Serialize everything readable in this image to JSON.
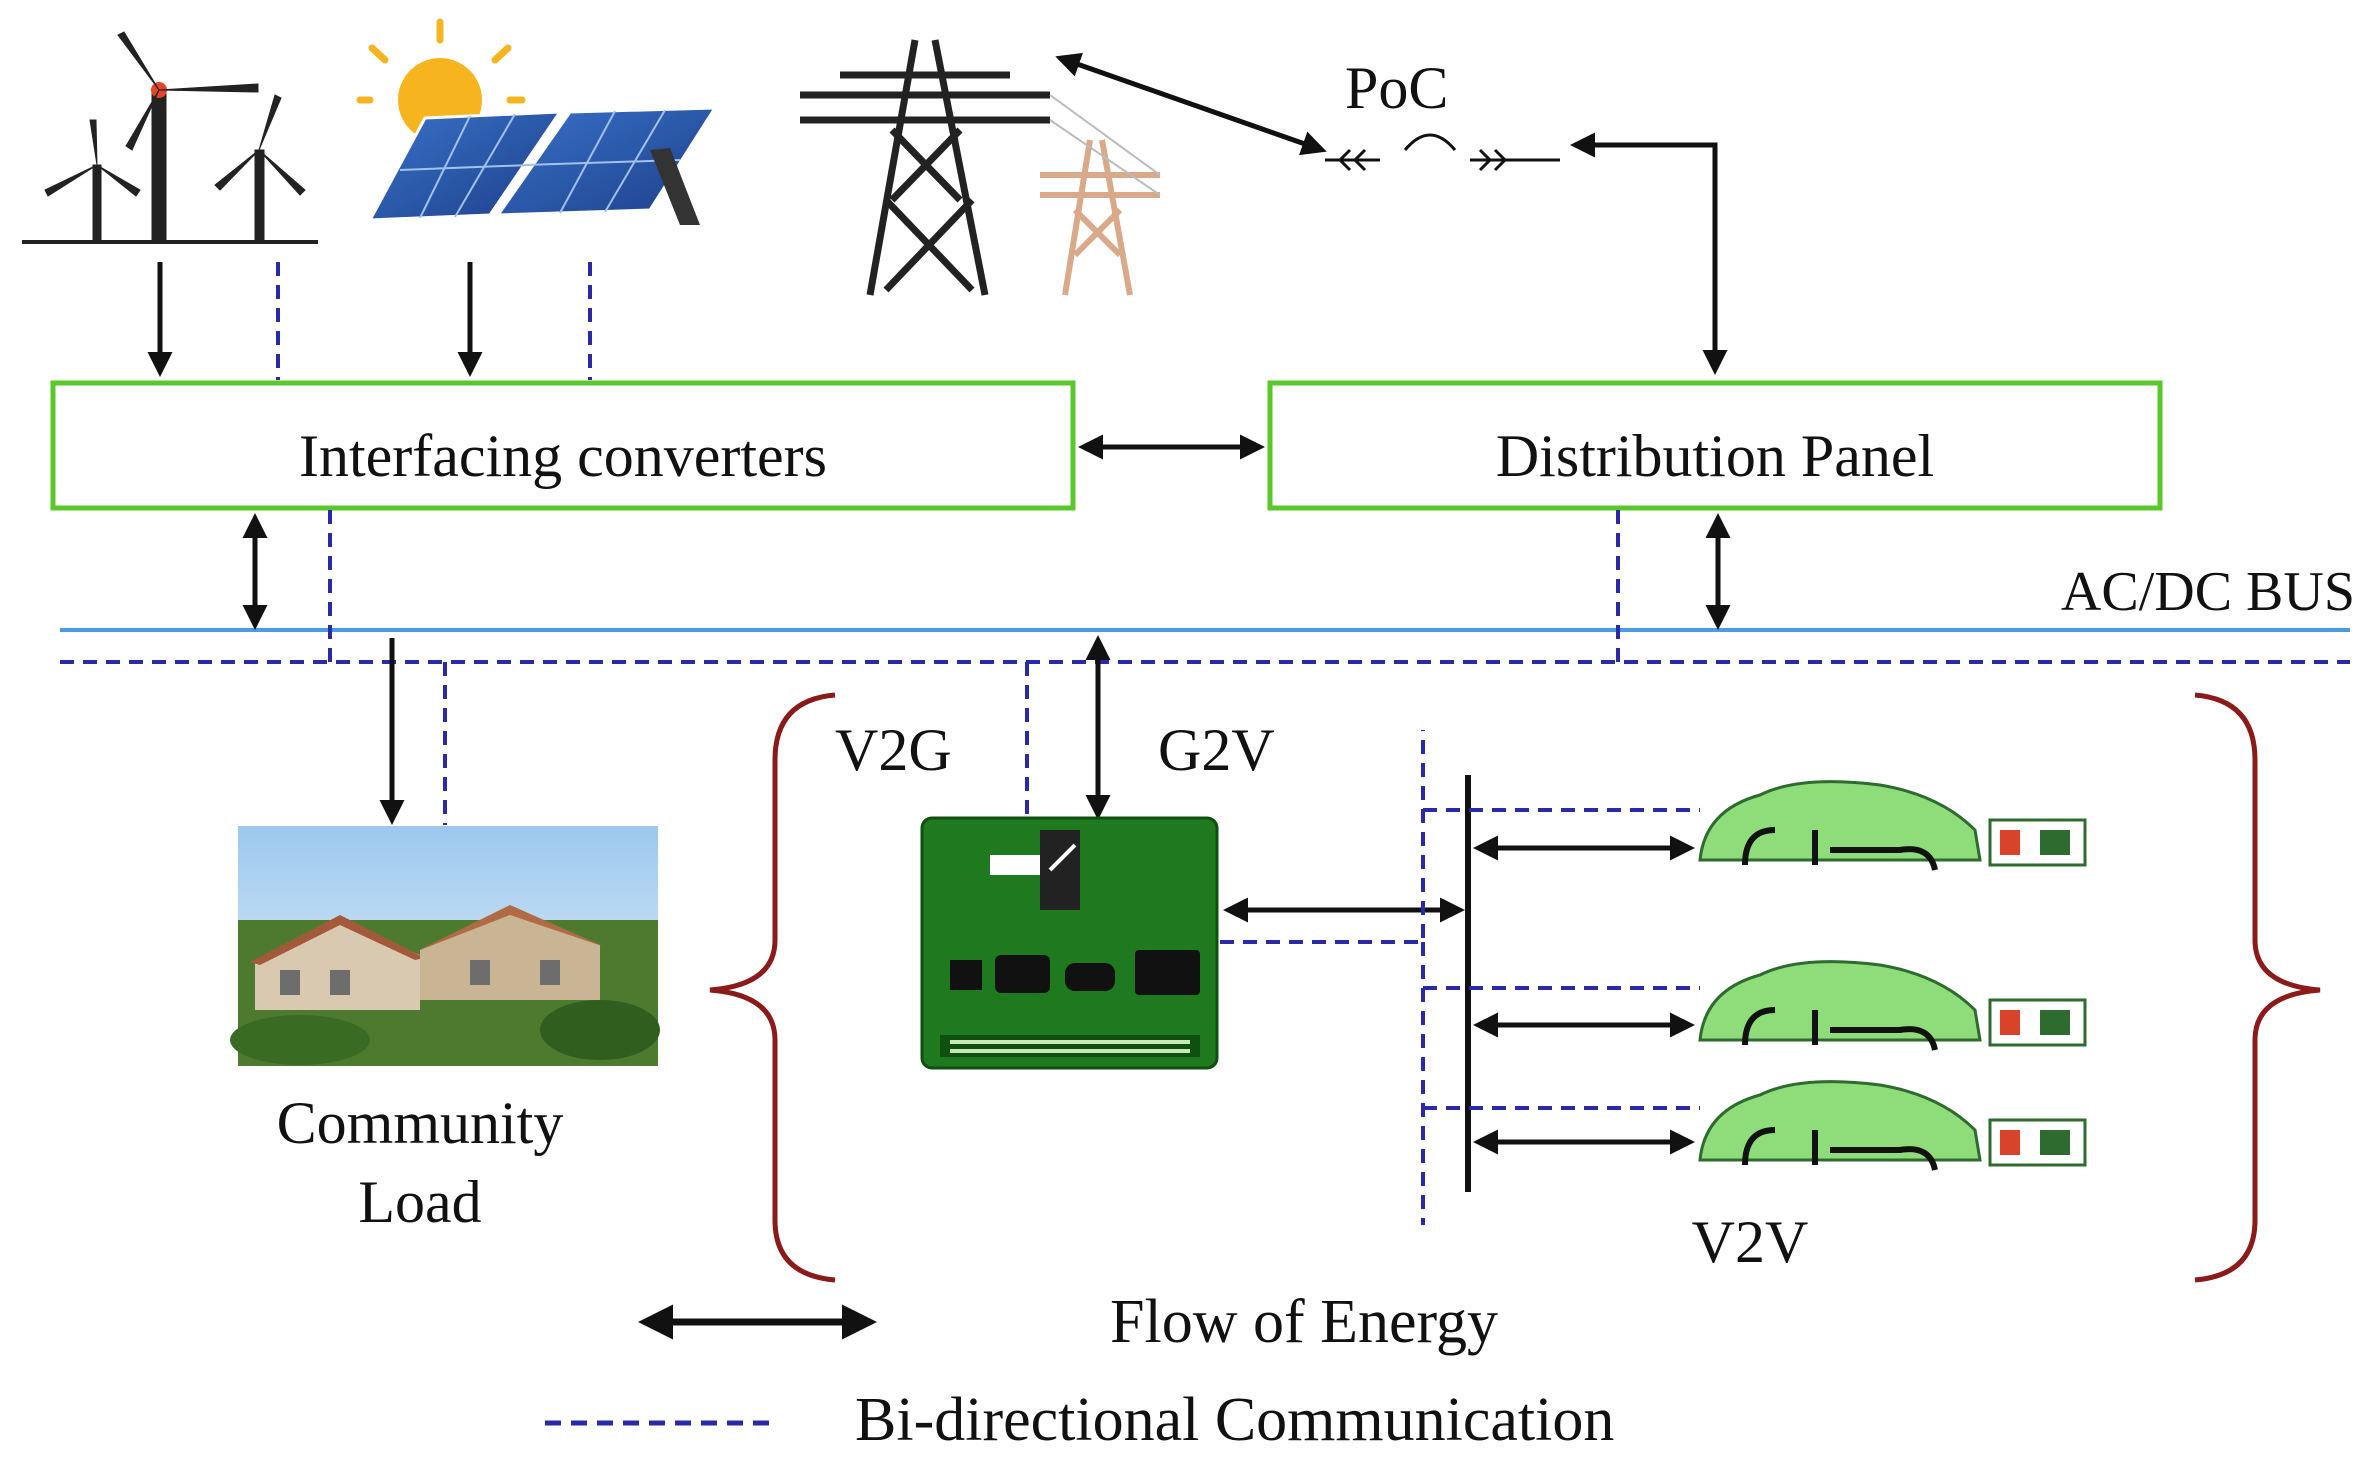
{
  "labels": {
    "poc": "PoC",
    "interfacing_converters": "Interfacing converters",
    "distribution_panel": "Distribution Panel",
    "ac_dc_bus": "AC/DC BUS",
    "v2g": "V2G",
    "g2v": "G2V",
    "community_load_line1": "Community",
    "community_load_line2": "Load",
    "v2v": "V2V"
  },
  "legend": {
    "flow_of_energy": "Flow of Energy",
    "bidirectional_communication": "Bi-directional Communication"
  },
  "colors": {
    "box_border": "#5ac82a",
    "ac_dc_bus_line": "#4a9be0",
    "communication_line": "#2a2aa8",
    "energy_arrow": "#111111",
    "brace": "#8b1a1a",
    "charging_station": "#1f7a1f",
    "ev_body": "#8fdc7a"
  }
}
